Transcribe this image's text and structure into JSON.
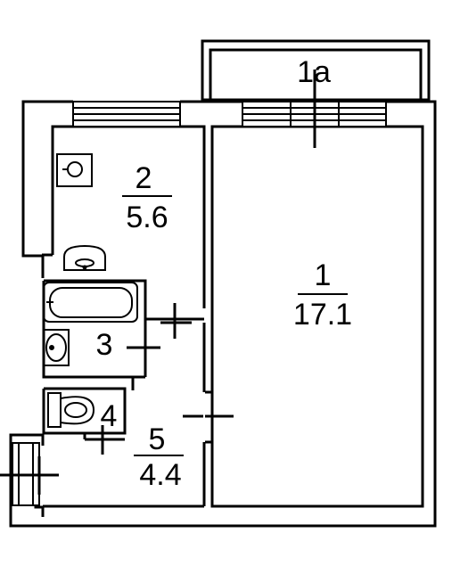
{
  "rooms": {
    "balcony": {
      "number": "1a"
    },
    "living": {
      "number": "1",
      "area": "17.1"
    },
    "kitchen": {
      "number": "2",
      "area": "5.6"
    },
    "bathroom": {
      "number": "3"
    },
    "toilet": {
      "number": "4"
    },
    "hall": {
      "number": "5",
      "area": "4.4"
    }
  },
  "colors": {
    "ink": "#000000",
    "paper": "#ffffff"
  },
  "icons": [
    "stove-icon",
    "sink-icon",
    "bathtub-icon",
    "washbasin-icon",
    "toilet-icon"
  ]
}
